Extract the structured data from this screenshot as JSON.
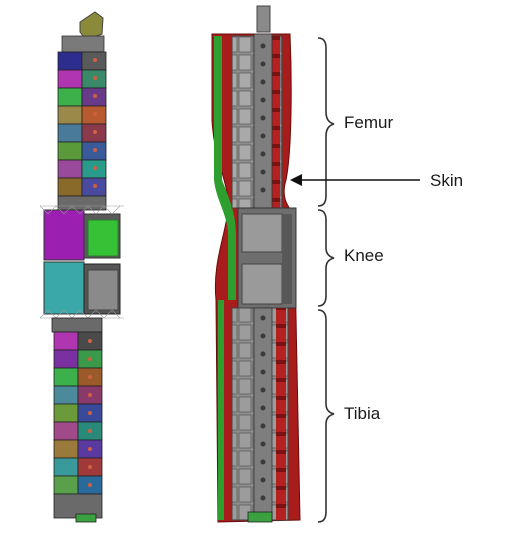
{
  "labels": {
    "femur": "Femur",
    "skin": "Skin",
    "knee": "Knee",
    "tibia": "Tibia"
  },
  "colors": {
    "skin_red": "#a81c1c",
    "skin_green": "#2e9e2e",
    "bone_gray": "#8c8c8c",
    "dark_gray": "#4a4a4a",
    "purple": "#9b1fb0",
    "bright_green": "#36c236",
    "teal": "#3aa8a8"
  }
}
